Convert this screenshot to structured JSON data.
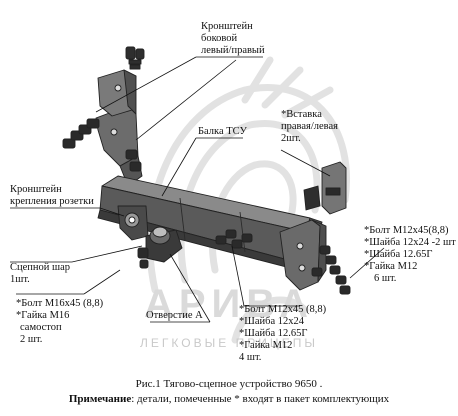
{
  "labels": {
    "side_bracket": [
      "Кронштейн",
      "боковой",
      "левый/правый"
    ],
    "insert": [
      "*Вставка",
      "правая/левая",
      "2шт."
    ],
    "beam": "Балка ТСУ",
    "socket_bracket": [
      "Кронштейн",
      "крепления розетки"
    ],
    "ball": [
      "Сцепной шар",
      "1шт."
    ],
    "right_fasteners": [
      "*Болт М12х45(8,8)",
      "*Шайба 12х24 -2 шт",
      "*Шайба 12.65Г",
      "*Гайка М12",
      "6 шт."
    ],
    "left_fasteners": [
      "*Болт М16х45 (8,8)",
      "*Гайка М16",
      "самостоп",
      "2 шт."
    ],
    "hole": "Отверстие А",
    "center_fasteners": [
      "*Болт М12х45 (8,8)",
      "*Шайба 12х24",
      "*Шайба 12.65Г",
      "*Гайка М12",
      "4 шт."
    ]
  },
  "caption": {
    "figure": "Рис.1 Тягово-сцепное устройство 9650 .",
    "note_label": "Примечание",
    "note_text": ": детали, помеченные * входят в пакет комплектующих"
  },
  "watermark": {
    "brand": "АРИВА",
    "tagline": "ЛЕГКОВЫЕ ПРИЦЕПЫ"
  }
}
